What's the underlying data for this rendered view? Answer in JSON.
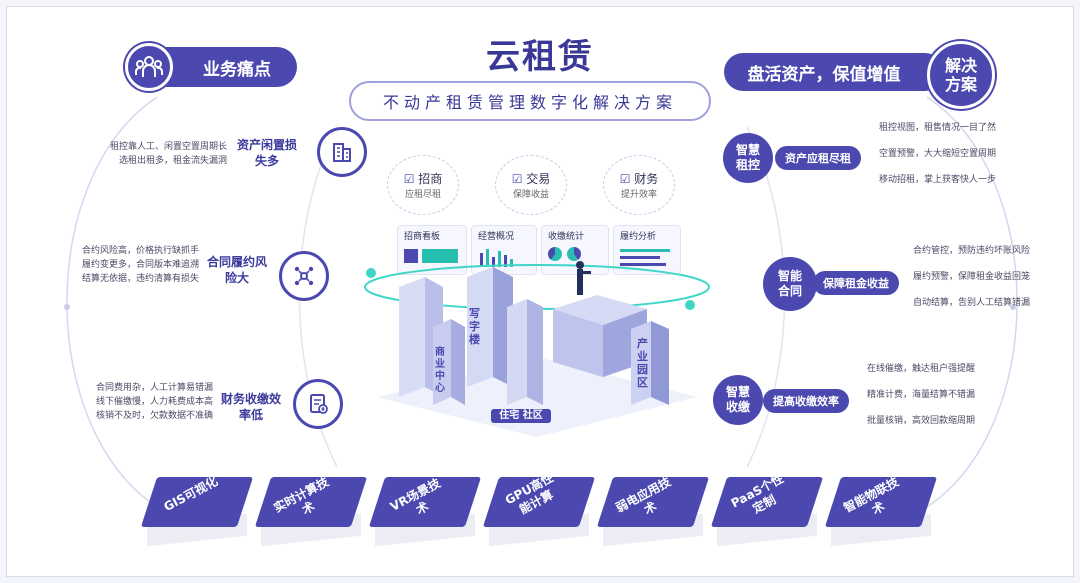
{
  "title": "云租赁",
  "subtitle": "不动产租赁管理数字化解决方案",
  "pain": {
    "label": "业务痛点",
    "items": [
      {
        "title": "资产闲置损失多",
        "desc": [
          "租控靠人工、闲置空置周期长",
          "选租出租多，租金流失漏洞"
        ]
      },
      {
        "title": "合同履约风险大",
        "desc": [
          "合约风险高，价格执行缺抓手",
          "履约变更多，合同版本难追溯",
          "结算无依据，违约清算有损失"
        ]
      },
      {
        "title": "财务收缴效率低",
        "desc": [
          "合同费用杂，人工计算易错漏",
          "线下催缴慢，人力耗费成本高",
          "核销不及时，欠款数据不准确"
        ]
      }
    ]
  },
  "solution": {
    "slogan": "盘活资产，保值增值",
    "label": "解决方案",
    "items": [
      {
        "circle": "智慧租控",
        "tag": "资产应租尽租",
        "points": [
          "租控视图，租售情况一目了然",
          "空置预警，大大缩短空置周期",
          "移动招租，掌上获客快人一步"
        ]
      },
      {
        "circle": "智能合同",
        "tag": "保障租金收益",
        "points": [
          "合约管控，预防违约坏账风险",
          "履约预警，保障租金收益回笼",
          "自动结算，告别人工结算错漏"
        ]
      },
      {
        "circle": "智慧收缴",
        "tag": "提高收缴效率",
        "points": [
          "在线催缴，触达租户强提醒",
          "精准计费，海量结算不错漏",
          "批量核销，高效回款缩周期"
        ]
      }
    ]
  },
  "center": {
    "features": [
      {
        "title": "招商",
        "sub": "应租尽租"
      },
      {
        "title": "交易",
        "sub": "保障收益"
      },
      {
        "title": "财务",
        "sub": "提升效率"
      }
    ],
    "cards": [
      "招商看板",
      "经营概况",
      "收缴统计",
      "履约分析"
    ],
    "buildings": [
      "写字楼",
      "商业中心",
      "住宅 社区",
      "产业园区"
    ]
  },
  "tech": [
    "GIS可视化",
    "实时计算技术",
    "VR场景技术",
    "GPU高性能计算",
    "弱电应用技术",
    "PaaS个性定制",
    "智能物联技术"
  ],
  "colors": {
    "primary": "#4b49b0",
    "accent": "#2dd4c0"
  }
}
